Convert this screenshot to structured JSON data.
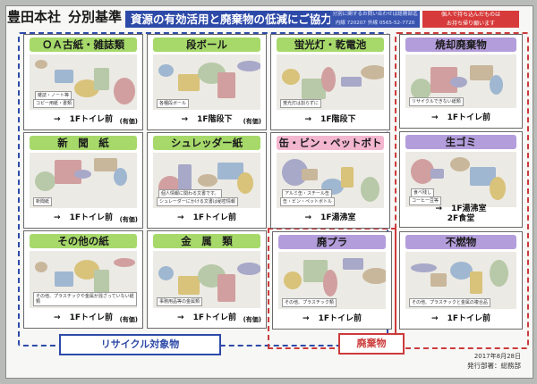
{
  "header": {
    "company": "豊田本社",
    "subtitle": "分別基準",
    "banner": "資源の有効活用と廃棄物の低減にご協力を",
    "contact_line1": "分別に関するお問い合わせは総務部迄",
    "contact_line2": "内線 720207  外線 0565-52-7720",
    "notice_line1": "個人で持ち込んだものは",
    "notice_line2": "お持ち帰り願います"
  },
  "panels": [
    {
      "id": "oa",
      "title": "ＯＡ古紙・雑誌類",
      "dest": "1Fトイレ前",
      "remark": "(有価)",
      "color": "green",
      "notes": [
        "コピー用紙・書類",
        "雑誌・ノート等"
      ]
    },
    {
      "id": "cardboard",
      "title": "段ボール",
      "dest": "1F階段下",
      "remark": "(有価)",
      "color": "green",
      "notes": [
        "各種段ボール"
      ]
    },
    {
      "id": "fluorescent",
      "title": "蛍光灯・乾電池",
      "dest": "1F階段下",
      "remark": "",
      "color": "green",
      "notes": [
        "蛍光灯は割らずに"
      ]
    },
    {
      "id": "newspaper",
      "title": "新　聞　紙",
      "dest": "1Fトイレ前",
      "remark": "(有価)",
      "color": "green",
      "notes": [
        "新聞紙"
      ]
    },
    {
      "id": "shredder",
      "title": "シュレッダー紙",
      "dest": "1Fトイレ前",
      "remark": "",
      "color": "green",
      "notes": [
        "シュレーダーにかける文書は秘密情報",
        "個人情報に関わる文書です。"
      ]
    },
    {
      "id": "cans",
      "title": "缶・ビン・ペットボトル",
      "dest": "1F湯沸室",
      "remark": "",
      "color": "pink",
      "notes": [
        "缶・ビン・ペットボトル",
        "アルミ缶・スチール缶"
      ]
    },
    {
      "id": "otherpaper",
      "title": "その他の紙",
      "dest": "1Fトイレ前",
      "remark": "(有価)",
      "color": "green",
      "notes": [
        "その他、プラスチックや金属が混ざっていない紙類"
      ]
    },
    {
      "id": "metal",
      "title": "金　属　類",
      "dest": "1Fトイレ前",
      "remark": "(有価)",
      "color": "green",
      "notes": [
        "事務用品等の金属類"
      ]
    },
    {
      "id": "plastic",
      "title": "廃プラ",
      "dest": "1Fトイレ前",
      "remark": "",
      "color": "purple",
      "notes": [
        "その他、プラスチック類"
      ]
    },
    {
      "id": "burnable",
      "title": "焼却廃棄物",
      "dest": "1Fトイレ前",
      "remark": "",
      "color": "purple",
      "notes": [
        "リサイクルできない紙類"
      ]
    },
    {
      "id": "garbage",
      "title": "生ゴミ",
      "dest": "1F湯沸室",
      "dest2": "2F食堂",
      "remark": "",
      "color": "purple",
      "notes": [
        "コーヒー豆等",
        "食べ残し"
      ]
    },
    {
      "id": "nonburnable",
      "title": "不燃物",
      "dest": "1Fトイレ前",
      "remark": "",
      "color": "purple",
      "notes": [
        "その他、プラスチックと金属の複合品"
      ]
    }
  ],
  "labels": {
    "recycle": "リサイクル対象物",
    "waste": "廃棄物",
    "date": "2017年8月28日",
    "dept": "発行部署：総務部",
    "arrow": "→"
  }
}
